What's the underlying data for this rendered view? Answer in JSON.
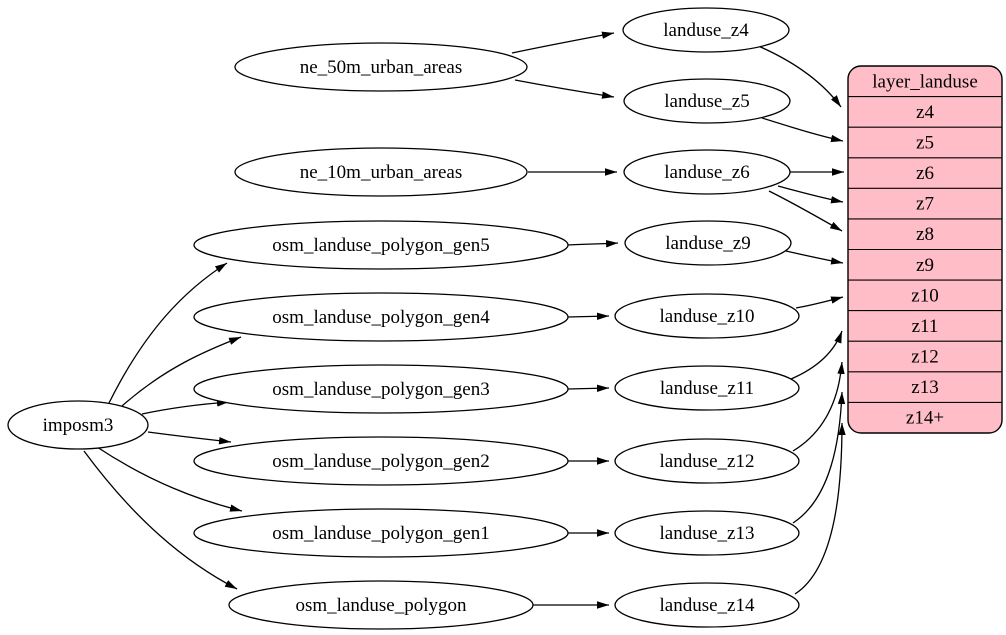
{
  "diagram_type": "graphviz-etl-flow",
  "colors": {
    "background": "#ffffff",
    "node_fill": "#ffffff",
    "stroke": "#000000",
    "table_fill": "#ffbdc7"
  },
  "nodes": {
    "imposm3": "imposm3",
    "ne_50m": "ne_50m_urban_areas",
    "ne_10m": "ne_10m_urban_areas",
    "gen5": "osm_landuse_polygon_gen5",
    "gen4": "osm_landuse_polygon_gen4",
    "gen3": "osm_landuse_polygon_gen3",
    "gen2": "osm_landuse_polygon_gen2",
    "gen1": "osm_landuse_polygon_gen1",
    "polygon": "osm_landuse_polygon",
    "z4": "landuse_z4",
    "z5": "landuse_z5",
    "z6": "landuse_z6",
    "z9": "landuse_z9",
    "z10": "landuse_z10",
    "z11": "landuse_z11",
    "z12": "landuse_z12",
    "z13": "landuse_z13",
    "z14": "landuse_z14"
  },
  "table": {
    "title": "layer_landuse",
    "rows": [
      "z4",
      "z5",
      "z6",
      "z7",
      "z8",
      "z9",
      "z10",
      "z11",
      "z12",
      "z13",
      "z14+"
    ]
  },
  "edges": [
    [
      "ne_50m_urban_areas",
      "landuse_z4"
    ],
    [
      "ne_50m_urban_areas",
      "landuse_z5"
    ],
    [
      "ne_10m_urban_areas",
      "landuse_z6"
    ],
    [
      "imposm3",
      "osm_landuse_polygon_gen5"
    ],
    [
      "imposm3",
      "osm_landuse_polygon_gen4"
    ],
    [
      "imposm3",
      "osm_landuse_polygon_gen3"
    ],
    [
      "imposm3",
      "osm_landuse_polygon_gen2"
    ],
    [
      "imposm3",
      "osm_landuse_polygon_gen1"
    ],
    [
      "imposm3",
      "osm_landuse_polygon"
    ],
    [
      "osm_landuse_polygon_gen5",
      "landuse_z9"
    ],
    [
      "osm_landuse_polygon_gen4",
      "landuse_z10"
    ],
    [
      "osm_landuse_polygon_gen3",
      "landuse_z11"
    ],
    [
      "osm_landuse_polygon_gen2",
      "landuse_z12"
    ],
    [
      "osm_landuse_polygon_gen1",
      "landuse_z13"
    ],
    [
      "osm_landuse_polygon",
      "landuse_z14"
    ],
    [
      "landuse_z4",
      "layer_landuse.z4"
    ],
    [
      "landuse_z5",
      "layer_landuse.z5"
    ],
    [
      "landuse_z6",
      "layer_landuse.z6"
    ],
    [
      "landuse_z6",
      "layer_landuse.z7"
    ],
    [
      "landuse_z6",
      "layer_landuse.z8"
    ],
    [
      "landuse_z9",
      "layer_landuse.z9"
    ],
    [
      "landuse_z10",
      "layer_landuse.z10"
    ],
    [
      "landuse_z11",
      "layer_landuse.z11"
    ],
    [
      "landuse_z12",
      "layer_landuse.z12"
    ],
    [
      "landuse_z13",
      "layer_landuse.z13"
    ],
    [
      "landuse_z14",
      "layer_landuse.z14+"
    ]
  ]
}
